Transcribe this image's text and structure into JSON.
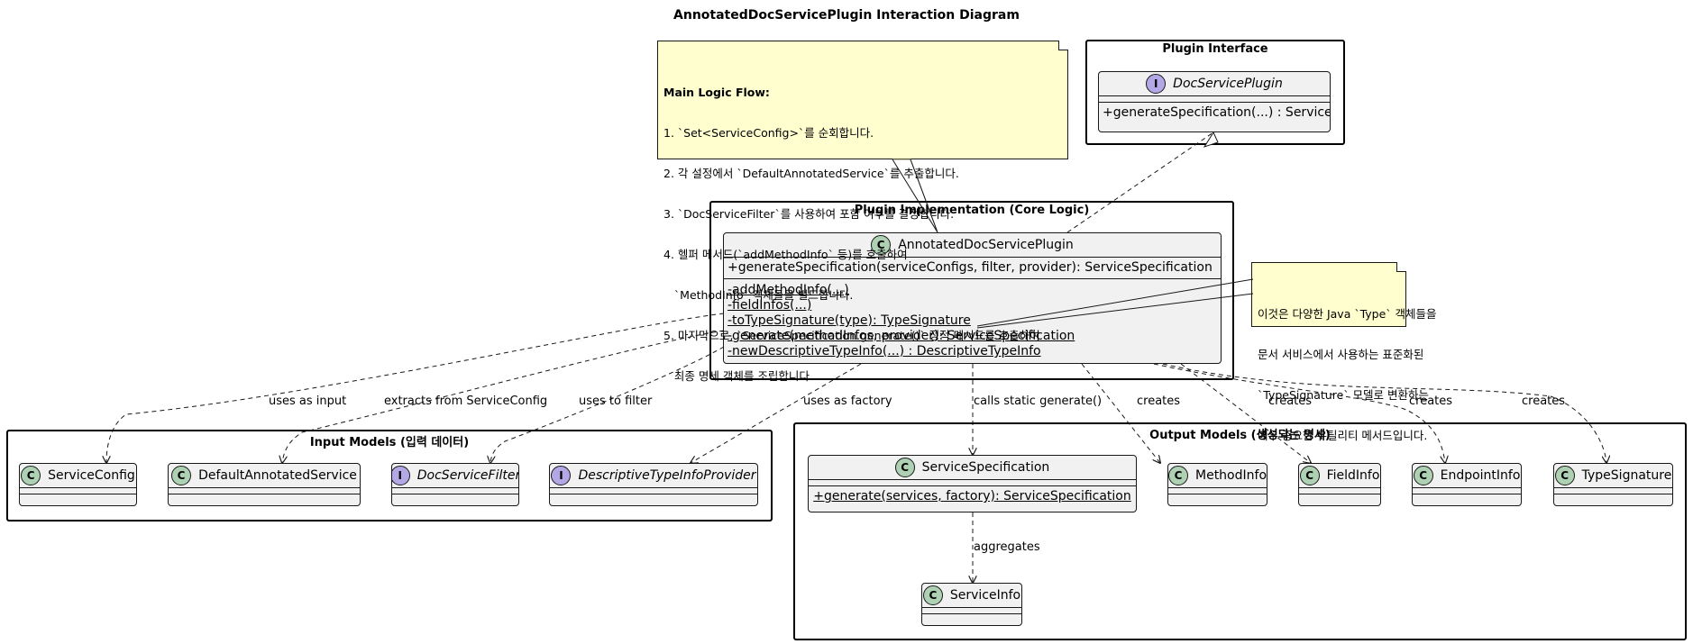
{
  "diagram": {
    "title": "AnnotatedDocServicePlugin Interaction Diagram"
  },
  "packages": {
    "interface": {
      "label": "Plugin Interface"
    },
    "impl": {
      "label": "Plugin Implementation (Core Logic)"
    },
    "input": {
      "label": "Input Models (입력 데이터)"
    },
    "output": {
      "label": "Output Models (생성되는 명세)"
    }
  },
  "classes": {
    "docServicePlugin": {
      "name": "DocServicePlugin",
      "stereotype": "I",
      "members": [
        "+generateSpecification(...) : ServiceSpecification"
      ]
    },
    "annotatedDocServicePlugin": {
      "name": "AnnotatedDocServicePlugin",
      "stereotype": "C",
      "fields": [
        "+generateSpecification(serviceConfigs, filter, provider): ServiceSpecification"
      ],
      "methods": [
        "-addMethodInfo(...)",
        "-fieldInfos(...)",
        "-toTypeSignature(type): TypeSignature",
        "-generate(methodInfos, provider): ServiceSpecification",
        "-newDescriptiveTypeInfo(...) : DescriptiveTypeInfo"
      ]
    },
    "serviceConfig": {
      "name": "ServiceConfig",
      "stereotype": "C"
    },
    "defaultAnnotatedService": {
      "name": "DefaultAnnotatedService",
      "stereotype": "C"
    },
    "docServiceFilter": {
      "name": "DocServiceFilter",
      "stereotype": "I"
    },
    "descriptiveTypeInfoProvider": {
      "name": "DescriptiveTypeInfoProvider",
      "stereotype": "I"
    },
    "serviceSpecification": {
      "name": "ServiceSpecification",
      "stereotype": "C",
      "methods": [
        "+generate(services, factory): ServiceSpecification"
      ]
    },
    "methodInfo": {
      "name": "MethodInfo",
      "stereotype": "C"
    },
    "fieldInfo": {
      "name": "FieldInfo",
      "stereotype": "C"
    },
    "endpointInfo": {
      "name": "EndpointInfo",
      "stereotype": "C"
    },
    "typeSignature": {
      "name": "TypeSignature",
      "stereotype": "C"
    },
    "serviceInfo": {
      "name": "ServiceInfo",
      "stereotype": "C"
    }
  },
  "notes": {
    "mainFlow": {
      "heading": "Main Logic Flow:",
      "lines": [
        "1. `Set<ServiceConfig>`를 순회합니다.",
        "2. 각 설정에서 `DefaultAnnotatedService`를 추출합니다.",
        "3. `DocServiceFilter`를 사용하여 포함 여부를 결정합니다.",
        "4. 헬퍼 메서드(`addMethodInfo` 등)를 호출하여",
        "   `MethodInfo` 객체들을 빌드합니다.",
        "5. 마지막으로, `ServiceSpecification.generate()` 정적 메서드를 호출하여",
        "   최종 명세 객체를 조립합니다."
      ]
    },
    "typeSignature": {
      "lines": [
        "이것은 다양한 Java `Type` 객체들을",
        "문서 서비스에서 사용하는 표준화된",
        "`TypeSignature` 모델로 변환하는",
        "매우 중요한 유틸리티 메서드입니다."
      ]
    }
  },
  "edges": {
    "usesAsInput": "uses as input",
    "extractsFrom": "extracts from ServiceConfig",
    "usesToFilter": "uses to filter",
    "usesAsFactory": "uses as factory",
    "callsStatic": "calls static generate()",
    "createsMethodInfo": "creates",
    "createsFieldInfo": "creates",
    "createsEndpointInfo": "creates",
    "createsTypeSignature": "creates",
    "aggregates": "aggregates"
  },
  "colors": {
    "classFill": "#f1f1f1",
    "classBadge": "#add1b2",
    "interfaceBadge": "#b4a7e5",
    "noteFill": "#fefece",
    "border": "#181818"
  }
}
